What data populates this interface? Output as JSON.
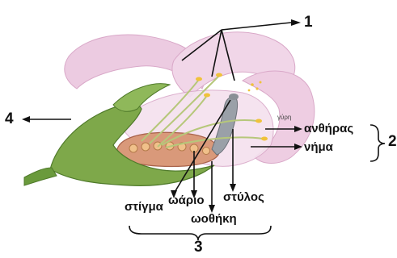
{
  "labels": {
    "n1": "1",
    "n2": "2",
    "n3": "3",
    "n4": "4",
    "anthiras": "ανθήρας",
    "nima": "νήμα",
    "gyri": "γύρη",
    "stigma": "στίγμα",
    "wario": "ωάριο",
    "stylos": "στύλος",
    "wothiki": "ωοθήκη"
  },
  "colors": {
    "petal": "#e9c2dc",
    "petal_light": "#f6e4f0",
    "sepal": "#7ea84a",
    "sepal_dark": "#4f7a2a",
    "ovary": "#d9997a",
    "ovule": "#e8b27a",
    "pistil": "#8a8f96",
    "stamen": "#b6c77a",
    "anther": "#f0c23a"
  }
}
